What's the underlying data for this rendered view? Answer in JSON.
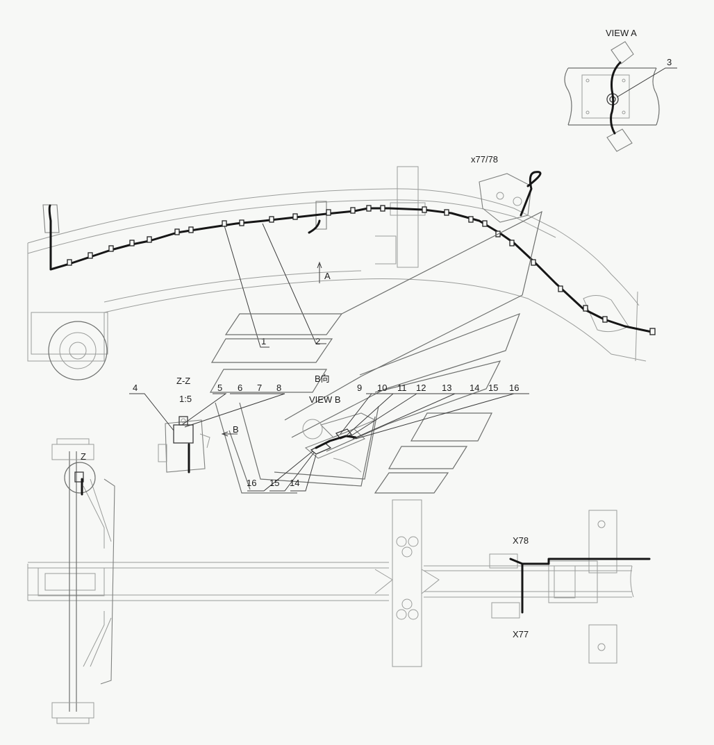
{
  "labels": {
    "view_a": "VIEW A",
    "item_3": "3",
    "connector_x77_78": "x77/78",
    "arrow_a": "A",
    "item_1": "1",
    "item_2": "2",
    "b_direction": "B向",
    "view_b": "VIEW B",
    "section_zz": "Z-Z",
    "scale": "1:5",
    "item_4": "4",
    "item_5": "5",
    "item_6": "6",
    "item_7": "7",
    "item_8": "8",
    "item_9": "9",
    "item_10": "10",
    "item_11": "11",
    "item_12": "12",
    "item_13": "13",
    "item_14_top": "14",
    "item_15_top": "15",
    "item_16_top": "16",
    "arrow_b": "B",
    "item_16_bottom": "16",
    "item_15_bottom": "15",
    "item_14_bottom": "14",
    "detail_z": "Z",
    "connector_x78": "X78",
    "connector_x77": "X77"
  }
}
